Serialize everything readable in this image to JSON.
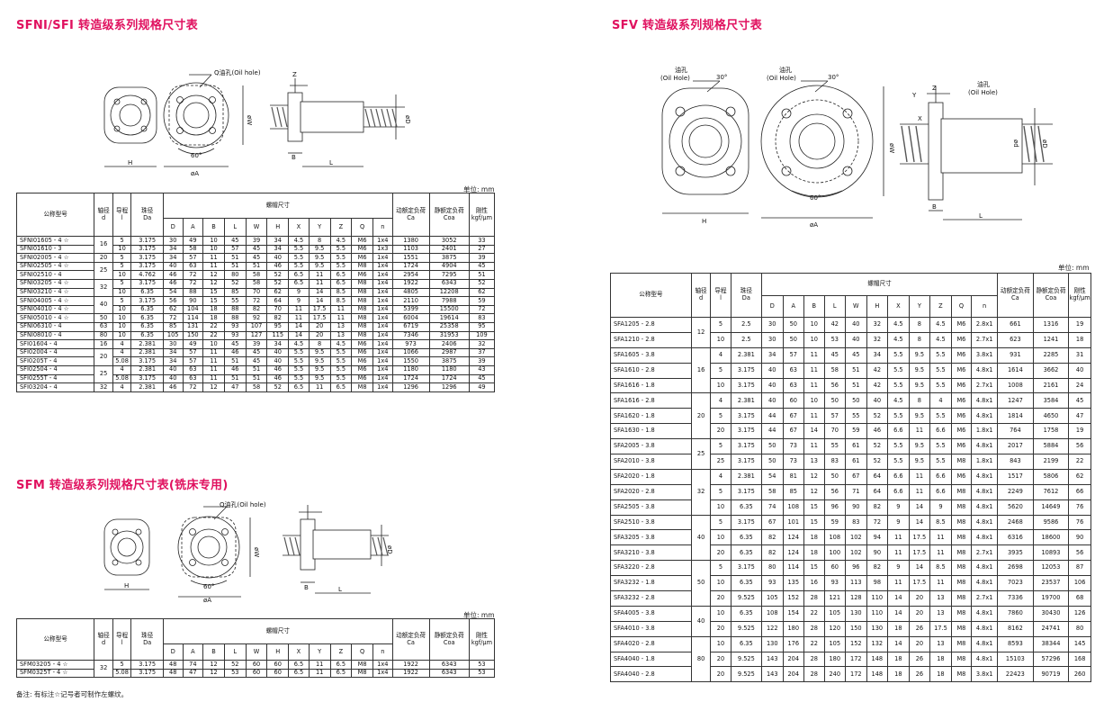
{
  "titles": {
    "sfni": "SFNI/SFI 转造级系列规格尺寸表",
    "sfm": "SFM 转造级系列规格尺寸表(铣床专用)",
    "sfv": "SFV 转造级系列规格尺寸表"
  },
  "unit_label": "单位: mm",
  "footnote": "备注: 有标注☆记号者可制作左螺纹。",
  "figure_labels": {
    "oil_hole": "Q油孔(Oil hole)",
    "oil_hole_cn": "油孔",
    "oil_hole_en": "(Oil Hole)",
    "deg30": "30°",
    "deg60": "60°",
    "phiA": "øA",
    "phiW": "øW",
    "phiD": "øD",
    "phid": "ød",
    "H": "H",
    "B": "B",
    "L": "L",
    "X": "X",
    "Y": "Y",
    "Z": "Z"
  },
  "headers": {
    "model": "公称型号",
    "shaft_dia": "轴径",
    "shaft_sym": "d",
    "lead": "导程",
    "lead_sym": "l",
    "ball_dia": "珠径",
    "ball_sym": "Da",
    "nut_dims": "螺帽尺寸",
    "cols": [
      "D",
      "A",
      "B",
      "L",
      "W",
      "H",
      "X",
      "Y",
      "Z",
      "Q",
      "n"
    ],
    "dyn_load": "动额定负荷",
    "dyn_sym": "Ca",
    "stat_load": "静额定负荷",
    "stat_sym": "Coa",
    "rigidity": "刚性",
    "rigidity_unit": "kgf/μm"
  },
  "sfni_rows": [
    [
      "SFNI01605 - 4 ☆",
      "16",
      "5",
      "3.175",
      "30",
      "49",
      "10",
      "45",
      "39",
      "34",
      "4.5",
      "8",
      "4.5",
      "M6",
      "1x4",
      "1380",
      "3052",
      "33"
    ],
    [
      "SFNI01610 - 3",
      "",
      "10",
      "3.175",
      "34",
      "58",
      "10",
      "57",
      "45",
      "34",
      "5.5",
      "9.5",
      "5.5",
      "M6",
      "1x3",
      "1103",
      "2401",
      "27"
    ],
    [
      "SFNI02005 - 4 ☆",
      "20",
      "5",
      "3.175",
      "34",
      "57",
      "11",
      "51",
      "45",
      "40",
      "5.5",
      "9.5",
      "5.5",
      "M6",
      "1x4",
      "1551",
      "3875",
      "39"
    ],
    [
      "SFNI02505 - 4 ☆",
      "25",
      "5",
      "3.175",
      "40",
      "63",
      "11",
      "51",
      "51",
      "46",
      "5.5",
      "9.5",
      "5.5",
      "M8",
      "1x4",
      "1724",
      "4904",
      "45"
    ],
    [
      "SFNI02510 - 4",
      "",
      "10",
      "4.762",
      "46",
      "72",
      "12",
      "80",
      "58",
      "52",
      "6.5",
      "11",
      "6.5",
      "M6",
      "1x4",
      "2954",
      "7295",
      "51"
    ],
    [
      "SFNI03205 - 4 ☆",
      "32",
      "5",
      "3.175",
      "46",
      "72",
      "12",
      "52",
      "58",
      "52",
      "6.5",
      "11",
      "6.5",
      "M8",
      "1x4",
      "1922",
      "6343",
      "52"
    ],
    [
      "SFNI03210 - 4 ☆",
      "",
      "10",
      "6.35",
      "54",
      "88",
      "15",
      "85",
      "70",
      "62",
      "9",
      "14",
      "8.5",
      "M8",
      "1x4",
      "4805",
      "12208",
      "62"
    ],
    [
      "SFNI04005 - 4 ☆",
      "40",
      "5",
      "3.175",
      "56",
      "90",
      "15",
      "55",
      "72",
      "64",
      "9",
      "14",
      "8.5",
      "M8",
      "1x4",
      "2110",
      "7988",
      "59"
    ],
    [
      "SFNI04010 - 4 ☆",
      "",
      "10",
      "6.35",
      "62",
      "104",
      "18",
      "88",
      "82",
      "70",
      "11",
      "17.5",
      "11",
      "M8",
      "1x4",
      "5399",
      "15500",
      "72"
    ],
    [
      "SFNI05010 - 4 ☆",
      "50",
      "10",
      "6.35",
      "72",
      "114",
      "18",
      "88",
      "92",
      "82",
      "11",
      "17.5",
      "11",
      "M8",
      "1x4",
      "6004",
      "19614",
      "83"
    ],
    [
      "SFNI06310 - 4",
      "63",
      "10",
      "6.35",
      "85",
      "131",
      "22",
      "93",
      "107",
      "95",
      "14",
      "20",
      "13",
      "M8",
      "1x4",
      "6719",
      "25358",
      "95"
    ],
    [
      "SFNI08010 - 4",
      "80",
      "10",
      "6.35",
      "105",
      "150",
      "22",
      "93",
      "127",
      "115",
      "14",
      "20",
      "13",
      "M8",
      "1x4",
      "7346",
      "31953",
      "109"
    ],
    [
      "SFI01604 - 4",
      "16",
      "4",
      "2.381",
      "30",
      "49",
      "10",
      "45",
      "39",
      "34",
      "4.5",
      "8",
      "4.5",
      "M6",
      "1x4",
      "973",
      "2406",
      "32"
    ],
    [
      "SFI02004 - 4",
      "20",
      "4",
      "2.381",
      "34",
      "57",
      "11",
      "46",
      "45",
      "40",
      "5.5",
      "9.5",
      "5.5",
      "M6",
      "1x4",
      "1066",
      "2987",
      "37"
    ],
    [
      "SFI0205T - 4",
      "",
      "5.08",
      "3.175",
      "34",
      "57",
      "11",
      "51",
      "45",
      "40",
      "5.5",
      "9.5",
      "5.5",
      "M6",
      "1x4",
      "1550",
      "3875",
      "39"
    ],
    [
      "SFI02504 - 4",
      "25",
      "4",
      "2.381",
      "40",
      "63",
      "11",
      "46",
      "51",
      "46",
      "5.5",
      "9.5",
      "5.5",
      "M6",
      "1x4",
      "1180",
      "1180",
      "43"
    ],
    [
      "SFI0255T - 4",
      "",
      "5.08",
      "3.175",
      "40",
      "63",
      "11",
      "51",
      "51",
      "46",
      "5.5",
      "9.5",
      "5.5",
      "M6",
      "1x4",
      "1724",
      "1724",
      "45"
    ],
    [
      "SFI03204 - 4",
      "32",
      "4",
      "2.381",
      "46",
      "72",
      "12",
      "47",
      "58",
      "52",
      "6.5",
      "11",
      "6.5",
      "M8",
      "1x4",
      "1296",
      "1296",
      "49"
    ]
  ],
  "sfm_rows": [
    [
      "SFM03205 - 4 ☆",
      "32",
      "5",
      "3.175",
      "48",
      "74",
      "12",
      "52",
      "60",
      "60",
      "6.5",
      "11",
      "6.5",
      "M8",
      "1x4",
      "1922",
      "6343",
      "53"
    ],
    [
      "SFM0325T - 4 ☆",
      "",
      "5.08",
      "3.175",
      "48",
      "47",
      "12",
      "53",
      "60",
      "60",
      "6.5",
      "11",
      "6.5",
      "M8",
      "1x4",
      "1922",
      "6343",
      "53"
    ]
  ],
  "sfv_rows": [
    [
      "SFA1205 - 2.8",
      "12",
      "5",
      "2.5",
      "30",
      "50",
      "10",
      "42",
      "40",
      "32",
      "4.5",
      "8",
      "4.5",
      "M6",
      "2.8x1",
      "661",
      "1316",
      "19"
    ],
    [
      "SFA1210 - 2.8",
      "",
      "10",
      "2.5",
      "30",
      "50",
      "10",
      "53",
      "40",
      "32",
      "4.5",
      "8",
      "4.5",
      "M6",
      "2.7x1",
      "623",
      "1241",
      "18"
    ],
    [
      "SFA1605 - 3.8",
      "16",
      "4",
      "2.381",
      "34",
      "57",
      "11",
      "45",
      "45",
      "34",
      "5.5",
      "9.5",
      "5.5",
      "M6",
      "3.8x1",
      "931",
      "2285",
      "31"
    ],
    [
      "SFA1610 - 2.8",
      "",
      "5",
      "3.175",
      "40",
      "63",
      "11",
      "58",
      "51",
      "42",
      "5.5",
      "9.5",
      "5.5",
      "M6",
      "4.8x1",
      "1614",
      "3662",
      "40"
    ],
    [
      "SFA1616 - 1.8",
      "",
      "10",
      "3.175",
      "40",
      "63",
      "11",
      "56",
      "51",
      "42",
      "5.5",
      "9.5",
      "5.5",
      "M6",
      "2.7x1",
      "1008",
      "2161",
      "24"
    ],
    [
      "SFA1616 - 2.8",
      "20",
      "4",
      "2.381",
      "40",
      "60",
      "10",
      "50",
      "50",
      "40",
      "4.5",
      "8",
      "4",
      "M6",
      "4.8x1",
      "1247",
      "3584",
      "45"
    ],
    [
      "SFA1620 - 1.8",
      "",
      "5",
      "3.175",
      "44",
      "67",
      "11",
      "57",
      "55",
      "52",
      "5.5",
      "9.5",
      "5.5",
      "M6",
      "4.8x1",
      "1814",
      "4650",
      "47"
    ],
    [
      "SFA1630 - 1.8",
      "",
      "20",
      "3.175",
      "44",
      "67",
      "14",
      "70",
      "59",
      "46",
      "6.6",
      "11",
      "6.6",
      "M6",
      "1.8x1",
      "764",
      "1758",
      "19"
    ],
    [
      "SFA2005 - 3.8",
      "25",
      "5",
      "3.175",
      "50",
      "73",
      "11",
      "55",
      "61",
      "52",
      "5.5",
      "9.5",
      "5.5",
      "M6",
      "4.8x1",
      "2017",
      "5884",
      "56"
    ],
    [
      "SFA2010 - 3.8",
      "",
      "25",
      "3.175",
      "50",
      "73",
      "13",
      "83",
      "61",
      "52",
      "5.5",
      "9.5",
      "5.5",
      "M8",
      "1.8x1",
      "843",
      "2199",
      "22"
    ],
    [
      "SFA2020 - 1.8",
      "32",
      "4",
      "2.381",
      "54",
      "81",
      "12",
      "50",
      "67",
      "64",
      "6.6",
      "11",
      "6.6",
      "M6",
      "4.8x1",
      "1517",
      "5806",
      "62"
    ],
    [
      "SFA2020 - 2.8",
      "",
      "5",
      "3.175",
      "58",
      "85",
      "12",
      "56",
      "71",
      "64",
      "6.6",
      "11",
      "6.6",
      "M8",
      "4.8x1",
      "2249",
      "7612",
      "66"
    ],
    [
      "SFA2505 - 3.8",
      "",
      "10",
      "6.35",
      "74",
      "108",
      "15",
      "96",
      "90",
      "82",
      "9",
      "14",
      "9",
      "M8",
      "4.8x1",
      "5620",
      "14649",
      "76"
    ],
    [
      "SFA2510 - 3.8",
      "40",
      "5",
      "3.175",
      "67",
      "101",
      "15",
      "59",
      "83",
      "72",
      "9",
      "14",
      "8.5",
      "M8",
      "4.8x1",
      "2468",
      "9586",
      "76"
    ],
    [
      "SFA3205 - 3.8",
      "",
      "10",
      "6.35",
      "82",
      "124",
      "18",
      "108",
      "102",
      "94",
      "11",
      "17.5",
      "11",
      "M8",
      "4.8x1",
      "6316",
      "18600",
      "90"
    ],
    [
      "SFA3210 - 3.8",
      "",
      "20",
      "6.35",
      "82",
      "124",
      "18",
      "100",
      "102",
      "90",
      "11",
      "17.5",
      "11",
      "M8",
      "2.7x1",
      "3935",
      "10893",
      "56"
    ],
    [
      "SFA3220 - 2.8",
      "50",
      "5",
      "3.175",
      "80",
      "114",
      "15",
      "60",
      "96",
      "82",
      "9",
      "14",
      "8.5",
      "M8",
      "4.8x1",
      "2698",
      "12053",
      "87"
    ],
    [
      "SFA3232 - 1.8",
      "",
      "10",
      "6.35",
      "93",
      "135",
      "16",
      "93",
      "113",
      "98",
      "11",
      "17.5",
      "11",
      "M8",
      "4.8x1",
      "7023",
      "23537",
      "106"
    ],
    [
      "SFA3232 - 2.8",
      "",
      "20",
      "9.525",
      "105",
      "152",
      "28",
      "121",
      "128",
      "110",
      "14",
      "20",
      "13",
      "M8",
      "2.7x1",
      "7336",
      "19700",
      "68"
    ],
    [
      "SFA4005 - 3.8",
      "40",
      "10",
      "6.35",
      "108",
      "154",
      "22",
      "105",
      "130",
      "110",
      "14",
      "20",
      "13",
      "M8",
      "4.8x1",
      "7860",
      "30430",
      "126"
    ],
    [
      "SFA4010 - 3.8",
      "",
      "20",
      "9.525",
      "122",
      "180",
      "28",
      "120",
      "150",
      "130",
      "18",
      "26",
      "17.5",
      "M8",
      "4.8x1",
      "8162",
      "24741",
      "80"
    ],
    [
      "SFA4020 - 2.8",
      "80",
      "10",
      "6.35",
      "130",
      "176",
      "22",
      "105",
      "152",
      "132",
      "14",
      "20",
      "13",
      "M8",
      "4.8x1",
      "8593",
      "38344",
      "145"
    ],
    [
      "SFA4040 - 1.8",
      "",
      "20",
      "9.525",
      "143",
      "204",
      "28",
      "180",
      "172",
      "148",
      "18",
      "26",
      "18",
      "M8",
      "4.8x1",
      "15103",
      "57296",
      "168"
    ],
    [
      "SFA4040 - 2.8",
      "",
      "20",
      "9.525",
      "143",
      "204",
      "28",
      "240",
      "172",
      "148",
      "18",
      "26",
      "18",
      "M8",
      "3.8x1",
      "22423",
      "90719",
      "260"
    ]
  ]
}
